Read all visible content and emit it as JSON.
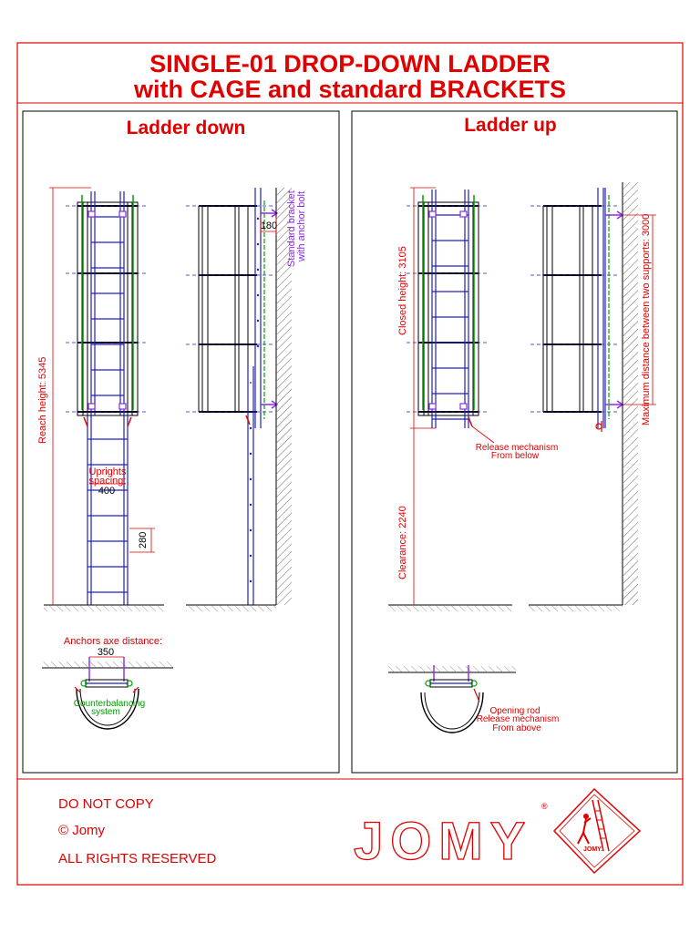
{
  "title": {
    "line1": "SINGLE-01 DROP-DOWN LADDER",
    "line2": "with CAGE and standard BRACKETS"
  },
  "panels": {
    "down": {
      "heading": "Ladder down",
      "reach_height": "Reach height: 5345",
      "uprights_spacing_line1": "Uprights",
      "uprights_spacing_line2": "spacing:",
      "uprights_spacing_value": "400",
      "rung_pitch": "280",
      "bracket_offset": "180",
      "bracket_label_line1": "Standard bracket",
      "bracket_label_line2": "with anchor bolt",
      "anchors_label": "Anchors axe distance:",
      "anchors_value": "350",
      "counterbalance_line1": "Counterbalancing",
      "counterbalance_line2": "system"
    },
    "up": {
      "heading": "Ladder up",
      "closed_height": "Closed height: 3105",
      "clearance": "Clearance: 2240",
      "max_support_distance": "Maximum distance between two supports: 3000",
      "release_below_line1": "Release mechanism",
      "release_below_line2": "From below",
      "opening_rod": "Opening rod",
      "release_above_line1": "Release mechanism",
      "release_above_line2": "From above"
    }
  },
  "footer": {
    "notice1": "DO NOT COPY",
    "notice2": "© Jomy",
    "notice3": "ALL RIGHTS RESERVED",
    "logo_text": "JOMY",
    "registered": "®",
    "emblem_text": "JOMY."
  },
  "colors": {
    "frame": "#e00000",
    "ladder": "#2020c0",
    "drawing": "#000000",
    "bracket": "#8a2be2",
    "counterbalance": "#00a000"
  }
}
